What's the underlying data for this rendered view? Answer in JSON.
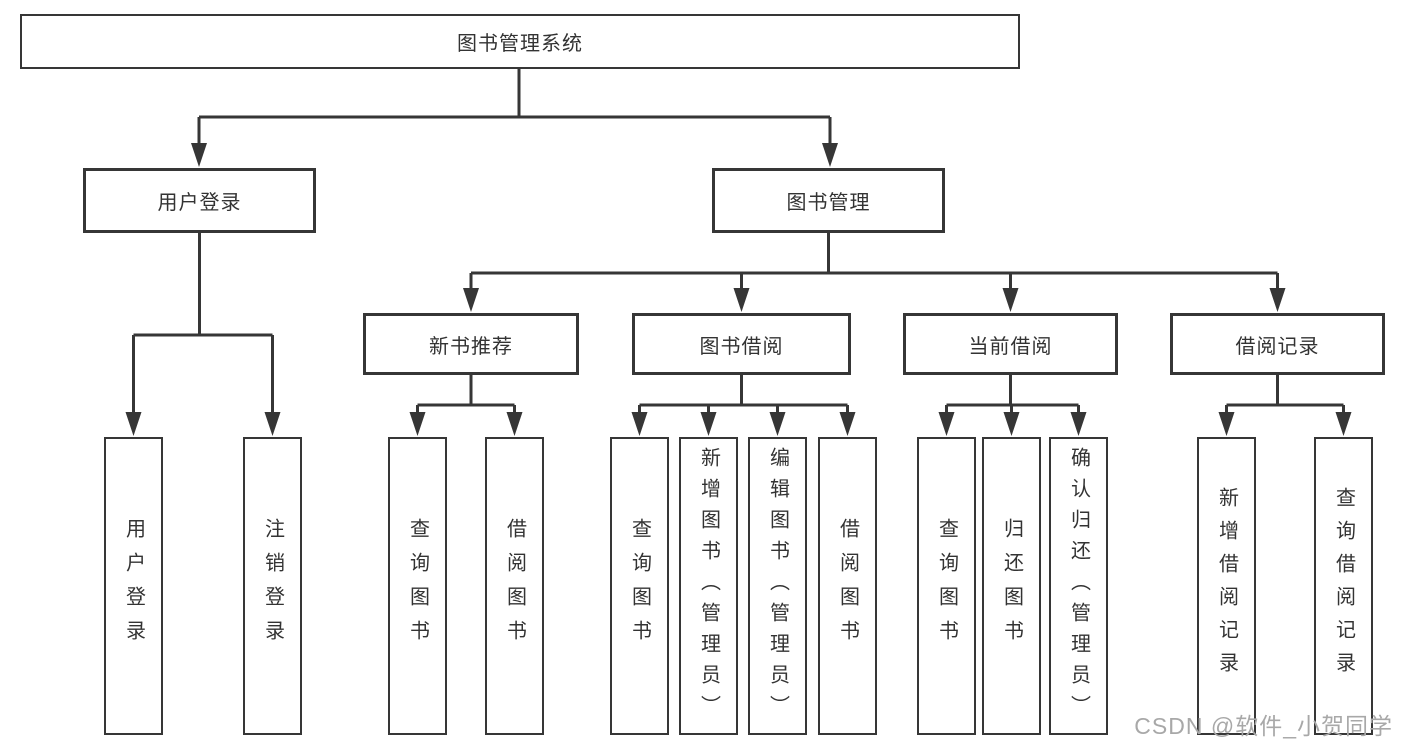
{
  "diagram": {
    "root": {
      "label": "图书管理系统"
    },
    "branches": [
      {
        "label": "用户登录",
        "children": [
          {
            "label": "用户登录"
          },
          {
            "label": "注销登录"
          }
        ]
      },
      {
        "label": "图书管理",
        "children": [
          {
            "label": "新书推荐",
            "children": [
              {
                "label": "查询图书"
              },
              {
                "label": "借阅图书"
              }
            ]
          },
          {
            "label": "图书借阅",
            "children": [
              {
                "label": "查询图书"
              },
              {
                "label": "新增图书（管理员）"
              },
              {
                "label": "编辑图书（管理员）"
              },
              {
                "label": "借阅图书"
              }
            ]
          },
          {
            "label": "当前借阅",
            "children": [
              {
                "label": "查询图书"
              },
              {
                "label": "归还图书"
              },
              {
                "label": "确认归还（管理员）"
              }
            ]
          },
          {
            "label": "借阅记录",
            "children": [
              {
                "label": "新增借阅记录"
              },
              {
                "label": "查询借阅记录"
              }
            ]
          }
        ]
      }
    ]
  },
  "watermark": {
    "text": "CSDN @软件_小贺同学"
  },
  "colors": {
    "line": "#363636",
    "text": "#333333",
    "box_background": "#ffffff",
    "watermark": "#a8a8a8",
    "background": "#ffffff"
  }
}
